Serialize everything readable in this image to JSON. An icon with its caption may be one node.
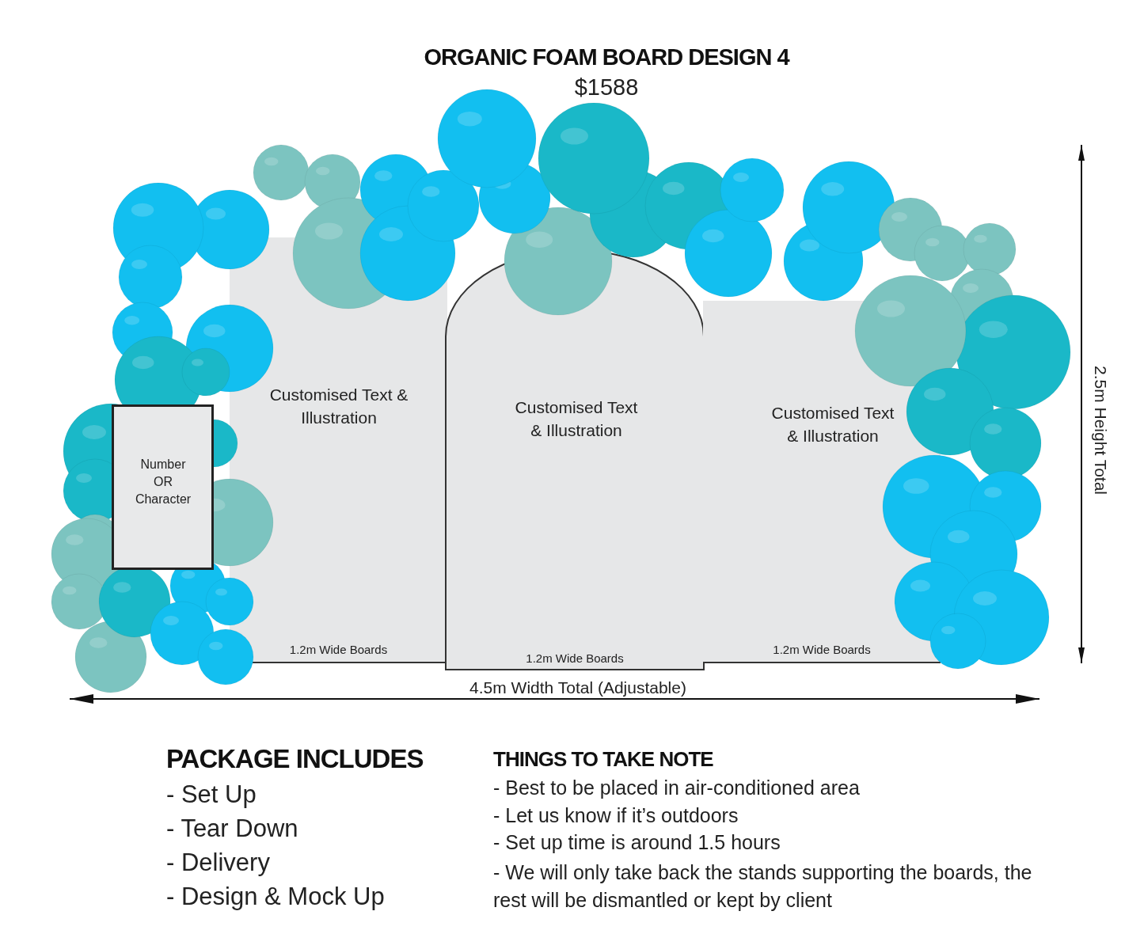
{
  "diagram": {
    "title": "ORGANIC FOAM BOARD DESIGN 4",
    "nodes": [
      {
        "text": [
          "Number OR Character"
        ]
      },
      {
        "text": [
          "Customised Text & Illustration",
          "1.2m Wide Boards"
        ]
      },
      {
        "text": [
          "Customised Text & Illustration",
          "1.2m Wide Boards"
        ]
      },
      {
        "text": [
          "Customised Text & Illustration",
          "1.2m Wide Boards"
        ]
      }
    ],
    "labels": [
      "$1588",
      "4.5m Width Total (Adjustable)",
      "2.5m Height Total",
      "PACKAGE INCLUDES",
      "- Set Up",
      "- Tear Down",
      "- Delivery",
      "- Design & Mock Up",
      "THINGS TO TAKE NOTE",
      "- Best to be placed in air-conditioned area",
      "- Let us know if it’s outdoors",
      "- Set up time is around 1.5 hours",
      "- We will only take back the stands supporting the boards, the rest will be dismantled or kept by client"
    ]
  }
}
